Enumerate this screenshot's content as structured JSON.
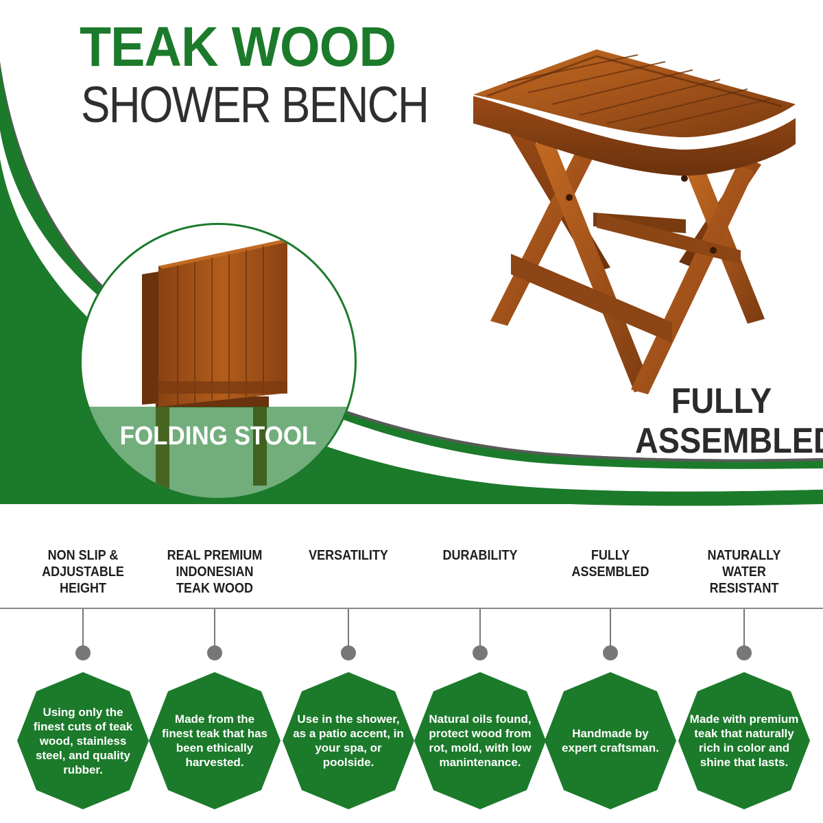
{
  "header": {
    "title": "TEAK WOOD",
    "subtitle": "SHOWER BENCH"
  },
  "callouts": {
    "fully_assembled_line1": "FULLY",
    "fully_assembled_line2": "ASSEMBLED",
    "folding_stool": "FOLDING STOOL"
  },
  "colors": {
    "brand_green": "#1c7a2b",
    "swoosh_gray": "#5a5a5a",
    "teak": "#a3531a",
    "text_dark": "#2b2b2b"
  },
  "features": [
    {
      "title": "NON SLIP &\nADJUSTABLE\nHEIGHT",
      "description": "Using only the finest cuts of teak wood, stainless steel, and quality rubber."
    },
    {
      "title": "REAL PREMIUM\nINDONESIAN\nTEAK WOOD",
      "description": "Made from the finest teak that has been ethically harvested."
    },
    {
      "title": "VERSATILITY",
      "description": "Use in the shower, as a patio accent, in your spa, or poolside."
    },
    {
      "title": "DURABILITY",
      "description": "Natural oils found, protect wood from rot, mold, with low manintenance."
    },
    {
      "title": "FULLY\nASSEMBLED",
      "description": "Handmade by expert craftsman."
    },
    {
      "title": "NATURALLY\nWATER\nRESISTANT",
      "description": "Made with premium teak that naturally rich in color and shine that lasts."
    }
  ]
}
